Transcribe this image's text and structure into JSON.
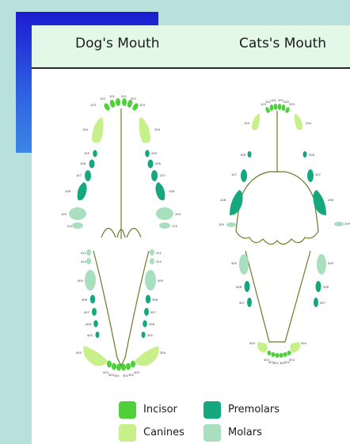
{
  "headers": {
    "dog": "Dog's Mouth",
    "cat": "Cats's Mouth"
  },
  "legend": [
    {
      "label": "Incisor",
      "color": "#4fcf3a"
    },
    {
      "label": "Premolars",
      "color": "#15a77e"
    },
    {
      "label": "Canines",
      "color": "#c8f08a"
    },
    {
      "label": "Molars",
      "color": "#a8dfbe"
    }
  ],
  "dog_labels": {
    "upper_incisors": [
      "103",
      "102",
      "101",
      "201",
      "202",
      "203"
    ],
    "upper_left": [
      "104",
      "105",
      "106",
      "107",
      "108",
      "109",
      "110"
    ],
    "upper_right": [
      "204",
      "205",
      "206",
      "207",
      "208",
      "209",
      "210"
    ],
    "lower_left": [
      "411",
      "410",
      "409",
      "408",
      "407",
      "406",
      "405",
      "404"
    ],
    "lower_right": [
      "311",
      "310",
      "309",
      "308",
      "307",
      "306",
      "305",
      "304"
    ],
    "lower_incisors": [
      "403",
      "402",
      "401",
      "301",
      "302",
      "303"
    ]
  },
  "cat_labels": {
    "upper_incisors": [
      "103",
      "102",
      "101",
      "201",
      "202",
      "203"
    ],
    "upper_left": [
      "104",
      "106",
      "107",
      "108",
      "109"
    ],
    "upper_right": [
      "204",
      "206",
      "207",
      "208",
      "209"
    ],
    "lower_left": [
      "409",
      "408",
      "407"
    ],
    "lower_right": [
      "309",
      "308",
      "307"
    ],
    "lower_front": [
      "404",
      "304"
    ],
    "lower_incisors": [
      "403",
      "402",
      "401",
      "301",
      "302",
      "303"
    ]
  },
  "colors": {
    "incisor": "#4fcf3a",
    "premolar": "#15a77e",
    "canine": "#c8f08a",
    "molar": "#a8dfbe",
    "outline": "#6b7a2a"
  }
}
